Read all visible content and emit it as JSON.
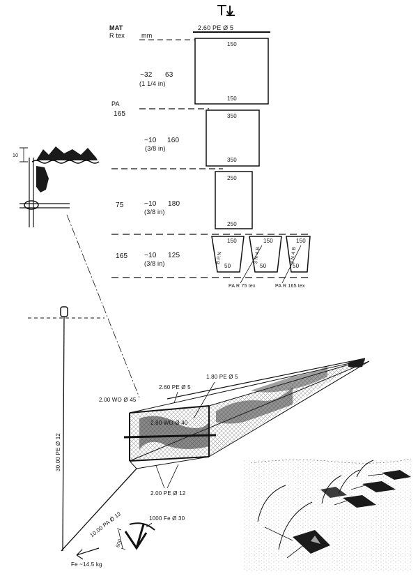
{
  "header": {
    "mat_label": "MAT",
    "rtex_label": "R tex",
    "mm_label": "mm",
    "pa_label": "PA",
    "top_rope": "2.60 PE Ø 5"
  },
  "sections": [
    {
      "pa": "",
      "rtex": "~32",
      "rtex_inch": "(1 1/4 in)",
      "mm": "63",
      "top_meshes": "150",
      "bottom_meshes": "150"
    },
    {
      "pa": "165",
      "rtex": "~10",
      "rtex_inch": "(3/8 in)",
      "mm": "160",
      "top_meshes": "350",
      "bottom_meshes": "350"
    },
    {
      "pa": "75",
      "rtex": "~10",
      "rtex_inch": "(3/8 in)",
      "mm": "180",
      "top_meshes": "250",
      "bottom_meshes": "250"
    },
    {
      "pa": "165",
      "rtex": "~10",
      "rtex_inch": "(3/8 in)",
      "mm": "125",
      "top_meshes": "150",
      "bottom_meshes": "50"
    }
  ],
  "codend": {
    "panel_labels": [
      "8 P.N",
      "3 N 4 B",
      "3 N 4 B"
    ],
    "pa_note_1": "PA R 75 tex",
    "pa_note_2": "PA R 165 tex"
  },
  "inset": {
    "mesh_size": "10"
  },
  "rigging": {
    "vertical_rope": "30.00 PE Ø 12",
    "headline_rope": "2.60 PE Ø 5",
    "side_rope": "1.80 PE Ø 5",
    "wood_frame": "2.00 WO Ø 45",
    "wood_bar": "2.80 WO Ø 40",
    "bridles": "2.00 PE Ø 12",
    "anchor_rope": "10.00 PA Ø 12",
    "anchor_bar": "1000 Fe Ø 30",
    "anchor_width": "600",
    "anchor_weight": "Fe ~14.5 kg"
  }
}
